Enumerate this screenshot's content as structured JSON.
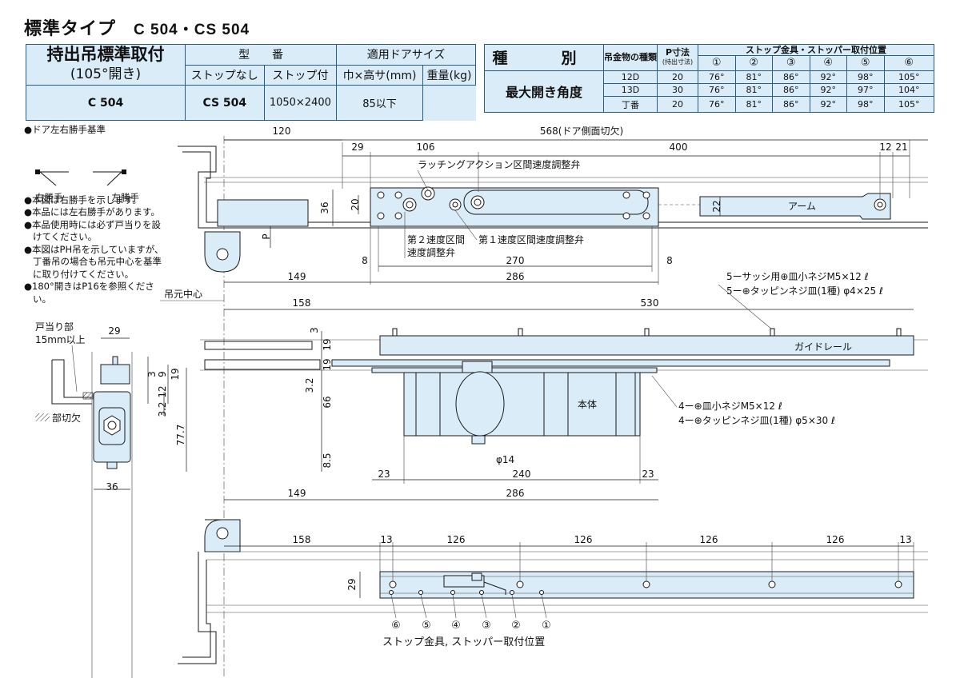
{
  "title": {
    "main": "標準タイプ",
    "models": "C 504・CS 504"
  },
  "model_table": {
    "install_title": "持出吊標準取付",
    "install_sub": "(105°開き)",
    "h_model": "型　　番",
    "h_door_size": "適用ドアサイズ",
    "h_no_stop": "ストップなし",
    "h_with_stop": "ストップ付",
    "h_wh": "巾×高サ(mm)",
    "h_weight": "重量(kg)",
    "v_no_stop": "C 504",
    "v_with_stop": "CS 504",
    "v_wh": "1050×2400",
    "v_weight": "85以下"
  },
  "angle_table": {
    "h_kind": "種　別",
    "h_hanger": "吊金物の種類",
    "h_p": "P寸法",
    "h_p_sub": "(持出寸法)",
    "h_pos": "ストップ金具・ストッパー取付位置",
    "pos_cols": [
      "①",
      "②",
      "③",
      "④",
      "⑤",
      "⑥"
    ],
    "max_angle_label": "最大開き角度",
    "rows": [
      {
        "type": "12D",
        "p": "20",
        "angles": [
          "76°",
          "81°",
          "86°",
          "92°",
          "98°",
          "105°"
        ]
      },
      {
        "type": "13D",
        "p": "30",
        "angles": [
          "76°",
          "81°",
          "86°",
          "92°",
          "97°",
          "104°"
        ]
      },
      {
        "type": "丁番",
        "p": "20",
        "angles": [
          "76°",
          "81°",
          "86°",
          "92°",
          "98°",
          "105°"
        ]
      }
    ]
  },
  "notes": {
    "hand_title": "●ドア左右勝手基準",
    "right_hand": "右勝手",
    "left_hand": "左勝手",
    "items": [
      "●本図は右勝手を示します。",
      "●本品には左右勝手があります。",
      "●本品使用時には必ず戸当りを設けてください。",
      "●本図はPH吊を示していますが、丁番吊の場合も吊元中心を基準に取り付けてください。",
      "●180°開きはP16を参照ください。"
    ]
  },
  "labels": {
    "pivot_center": "吊元中心",
    "door_stop": "戸当り部",
    "door_stop_min": "15mm以上",
    "cutout": "部切欠",
    "latch_valve": "ラッチングアクション区間速度調整弁",
    "speed2_a": "第２速度区間",
    "speed2_b": "速度調整弁",
    "speed1": "第１速度区間速度調整弁",
    "arm": "アーム",
    "guide_rail": "ガイドレール",
    "body": "本体",
    "screw_rail_1": "5ーサッシ用⊕皿小ネジM5×12 ℓ",
    "screw_rail_2": "5ー⊕タッピンネジ皿(1種) φ4×25 ℓ",
    "screw_body_1": "4ー⊕皿小ネジM5×12 ℓ",
    "screw_body_2": "4ー⊕タッピンネジ皿(1種) φ5×30 ℓ",
    "stop_positions": "ストップ金具, ストッパー取付位置",
    "door_cut": "568(ドア側面切欠)",
    "phi14": "φ14",
    "p_mark": "P",
    "circ_nums": [
      "⑥",
      "⑤",
      "④",
      "③",
      "②",
      "①"
    ]
  },
  "dims": {
    "d120": "120",
    "d29": "29",
    "d106": "106",
    "d400": "400",
    "d12": "12",
    "d21": "21",
    "d36": "36",
    "d20": "20",
    "d22": "22",
    "d8a": "8",
    "d270": "270",
    "d8b": "8",
    "d149a": "149",
    "d286a": "286",
    "d158a": "158",
    "d530": "530",
    "d3": "3",
    "d19a": "19",
    "d19b": "19",
    "d32a": "3.2",
    "d66": "66",
    "d85": "8.5",
    "d23a": "23",
    "d240": "240",
    "d23b": "23",
    "d149b": "149",
    "d286b": "286",
    "s29": "29",
    "s3": "3",
    "s9": "9",
    "s12": "12",
    "s19": "19",
    "s32": "3.2",
    "s777": "77.7",
    "s36": "36",
    "b158": "158",
    "b13a": "13",
    "b126a": "126",
    "b126b": "126",
    "b126c": "126",
    "b126d": "126",
    "b13b": "13",
    "b29": "29"
  }
}
